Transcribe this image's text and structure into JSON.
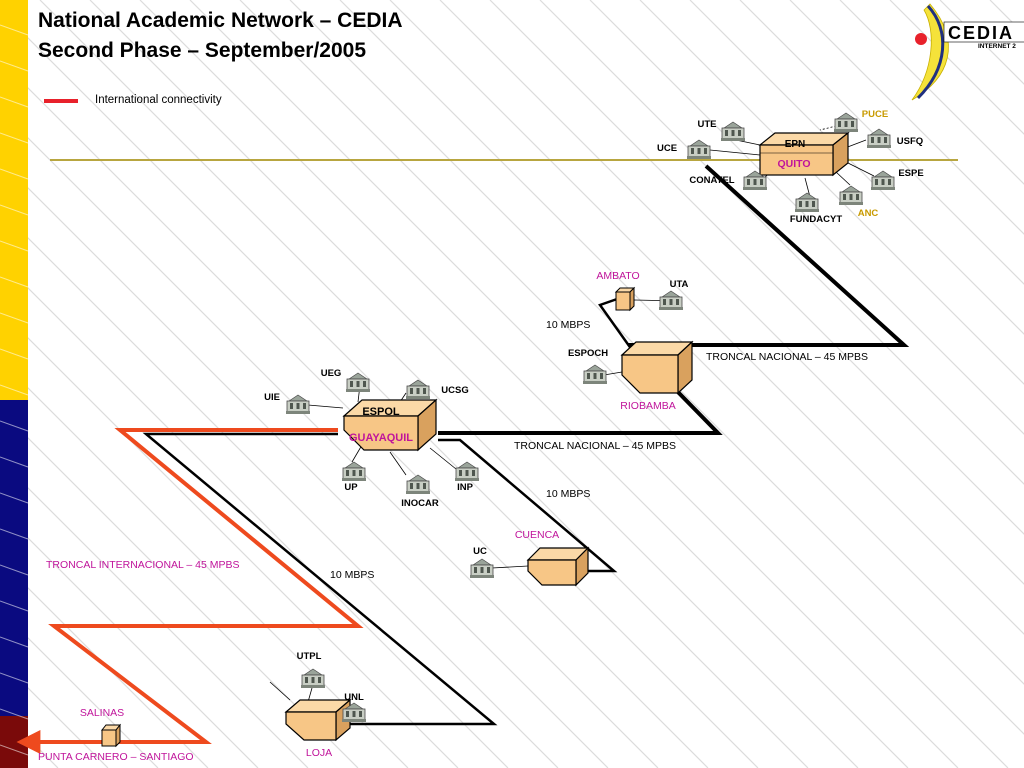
{
  "title": {
    "line1": "National Academic Network – CEDIA",
    "line2": "Second Phase – September/2005"
  },
  "legend": {
    "label": "International connectivity",
    "color": "#e8212b"
  },
  "logo": {
    "text": "CEDIA",
    "subtitle": "INTERNET 2"
  },
  "colors": {
    "magenta_label": "#c0149b",
    "gold_label": "#c89a00",
    "international_line": "#ee4a1e",
    "national_line": "#000000",
    "node_fill": "#f7c686",
    "left_bar_top": "#ffd200",
    "left_bar_mid": "#0a0a80",
    "left_bar_bottom": "#7a0a0a"
  },
  "cities": {
    "quito_top": "EPN",
    "quito": "QUITO",
    "guayaquil_top": "ESPOL",
    "guayaquil": "GUAYAQUIL",
    "ambato": "AMBATO",
    "riobamba": "RIOBAMBA",
    "cuenca": "CUENCA",
    "loja": "LOJA",
    "salinas": "SALINAS",
    "punta": "PUNTA CARNERO – SANTIAGO"
  },
  "institutions": {
    "ute": "UTE",
    "uce": "UCE",
    "conatel": "CONATEL",
    "fundacyt": "FUNDACYT",
    "puce": "PUCE",
    "usfq": "USFQ",
    "espe": "ESPE",
    "anc": "ANC",
    "uta": "UTA",
    "espoch": "ESPOCH",
    "ueg": "UEG",
    "uie": "UIE",
    "ucsg": "UCSG",
    "up": "UP",
    "inocar": "INOCAR",
    "inp": "INP",
    "uc": "UC",
    "utpl": "UTPL",
    "unl": "UNL"
  },
  "links": {
    "ambato_riobamba": "10 MBPS",
    "quito_riobamba": "TRONCAL NACIONAL –  45 MPBS",
    "riobamba_guayaquil": "TRONCAL NACIONAL –  45 MPBS",
    "guayaquil_cuenca": "10 MBPS",
    "guayaquil_loja": "10 MBPS",
    "international": "TRONCAL INTERNACIONAL –  45 MPBS"
  }
}
